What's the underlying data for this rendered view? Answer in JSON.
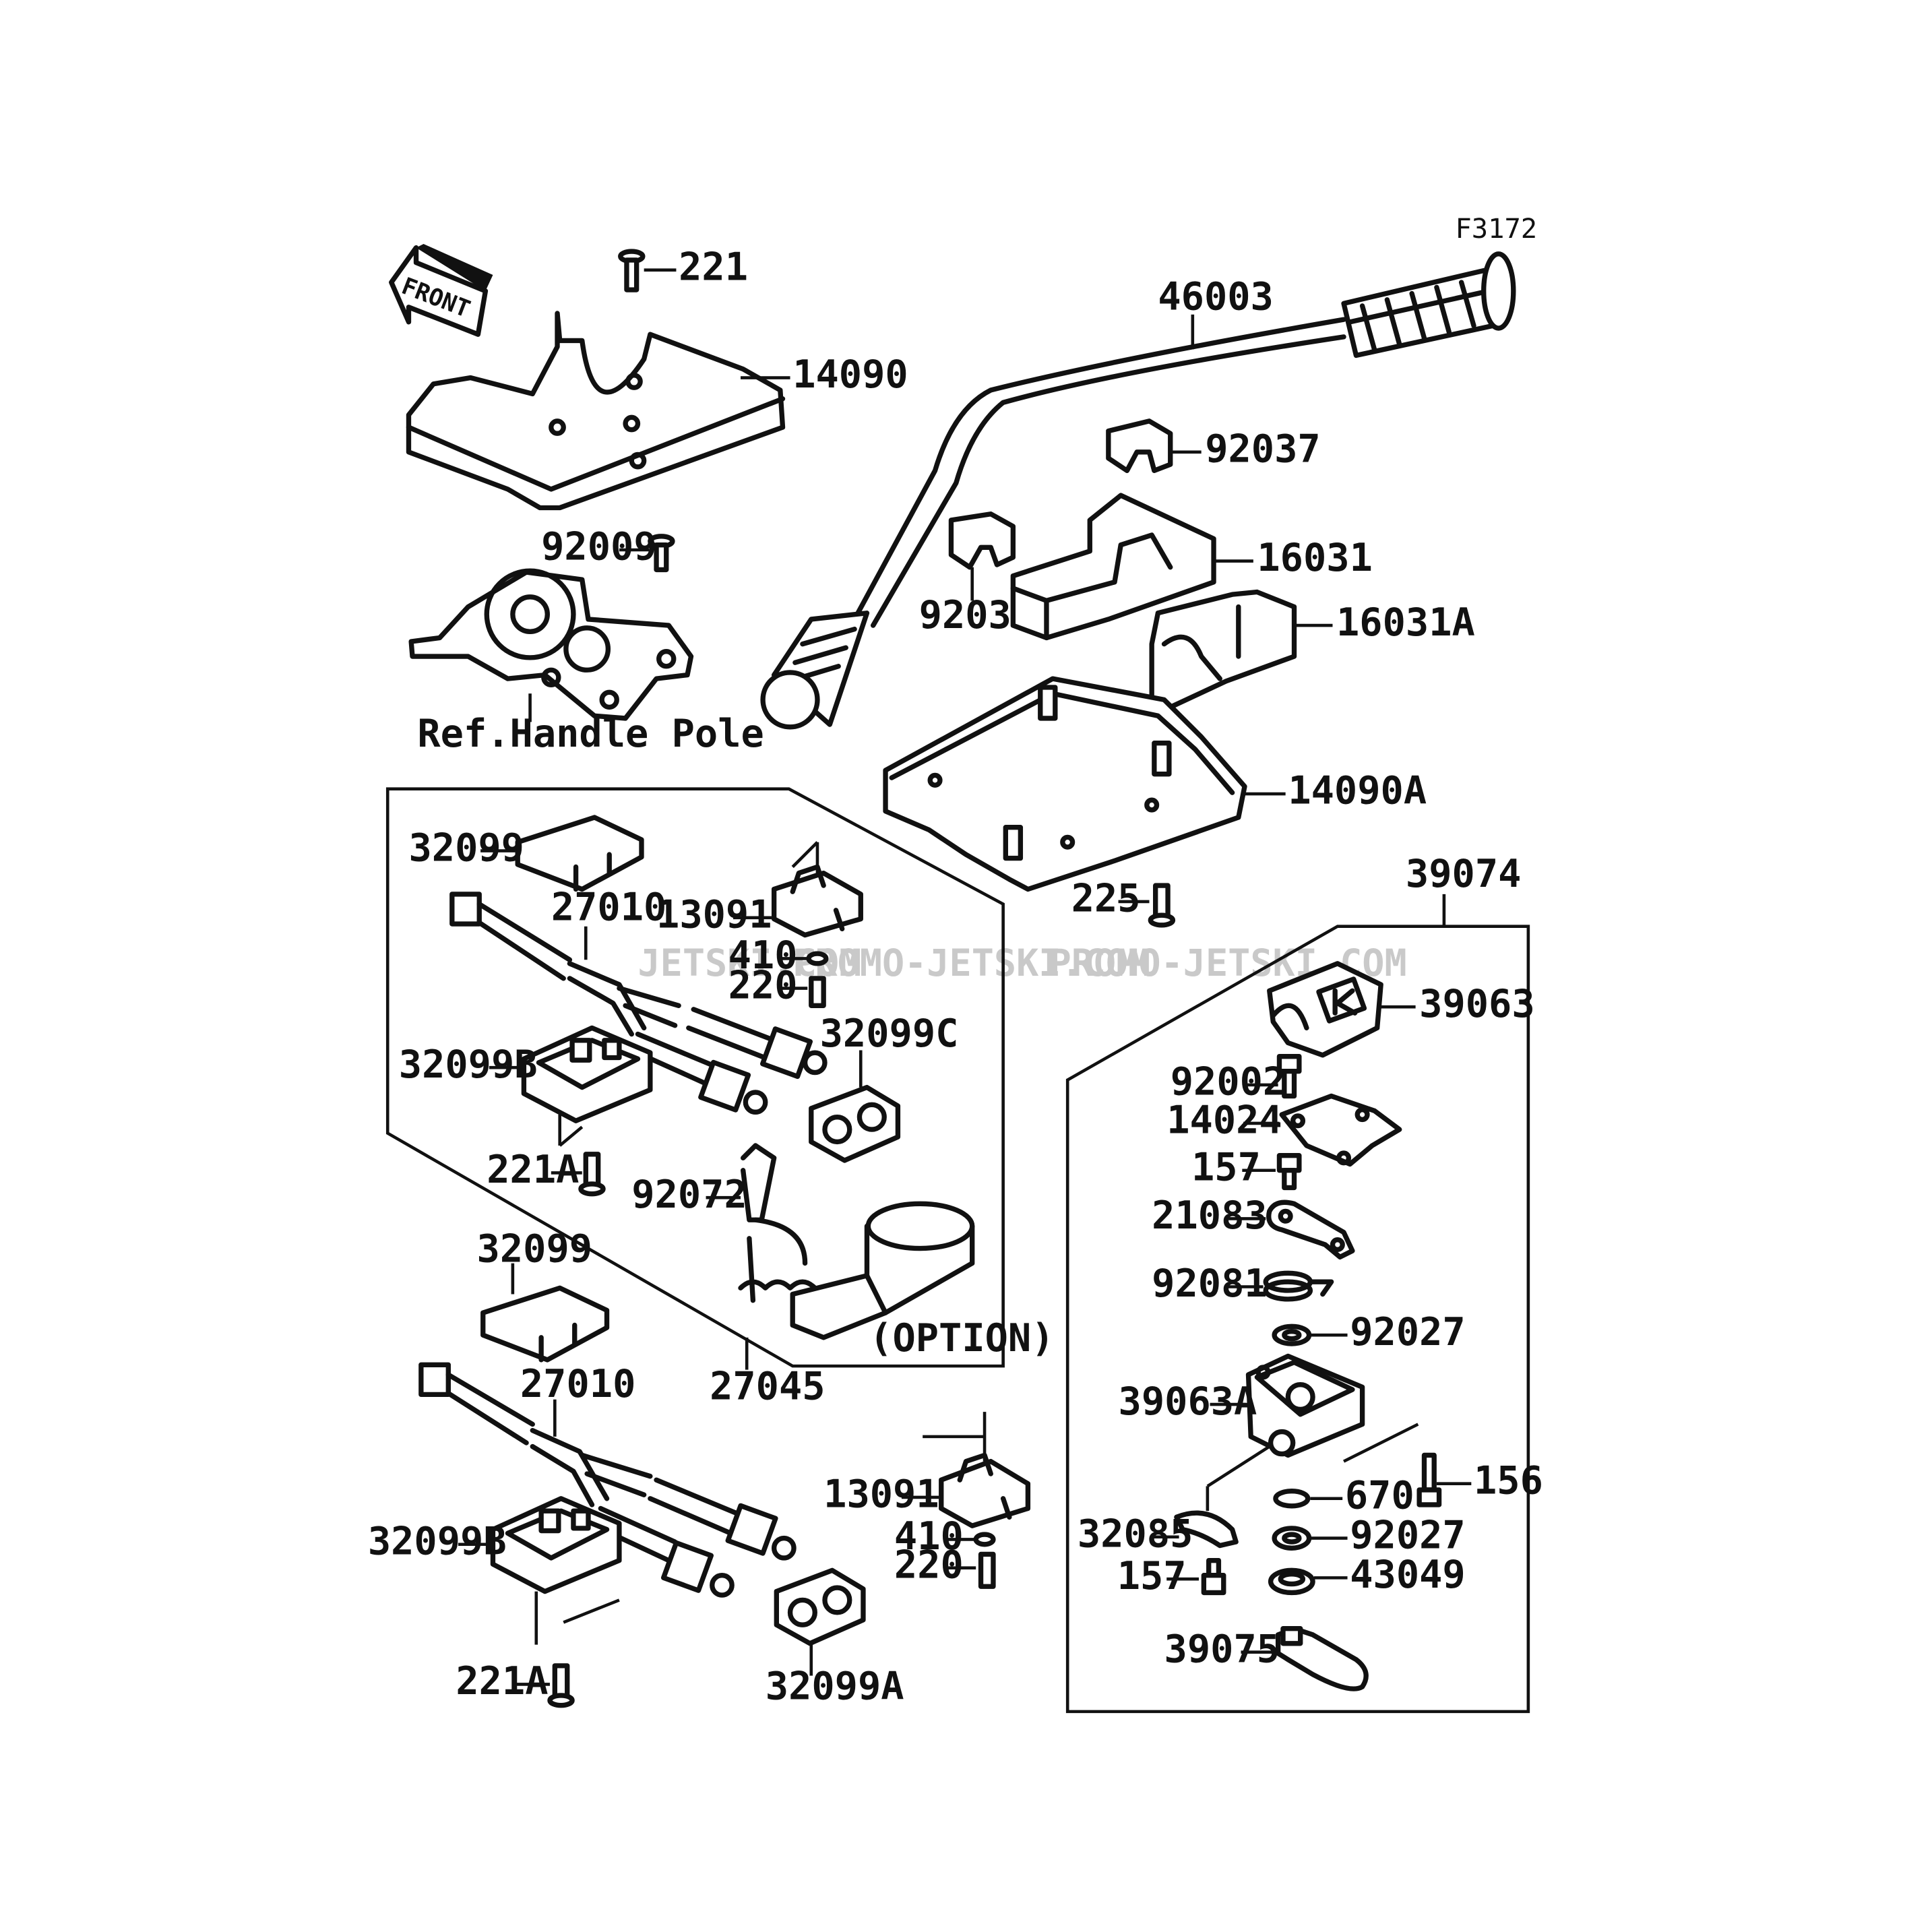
{
  "figure_id": "F3172",
  "front_label": "FRONT",
  "ref_label": "Ref.Handle Pole",
  "option_label": "(OPTION)",
  "watermarks": [
    "JETSKI.COM",
    "PROMO-JETSKI.COM",
    "PROMO-JETSKI.COM"
  ],
  "labels": {
    "p221": "221",
    "p14090": "14090",
    "p92009": "92009",
    "p46003": "46003",
    "p92037a": "92037",
    "p92037b": "92037",
    "p16031": "16031",
    "p16031A": "16031A",
    "p14090A": "14090A",
    "p225": "225",
    "p39074": "39074",
    "p32099a": "32099",
    "p27010a": "27010",
    "p13091a": "13091",
    "p410a": "410",
    "p220a": "220",
    "p32099C": "32099C",
    "p32099Ba": "32099B",
    "p221Aa": "221A",
    "p92072": "92072",
    "p27045": "27045",
    "p32099b": "32099",
    "p27010b": "27010",
    "p13091b": "13091",
    "p410b": "410",
    "p220b": "220",
    "p32099Bb": "32099B",
    "p221Ab": "221A",
    "p32099A": "32099A",
    "p39063": "39063",
    "p92002": "92002",
    "p14024": "14024",
    "p157a": "157",
    "p21083": "21083",
    "p92081": "92081",
    "p92027a": "92027",
    "p39063A": "39063A",
    "p156": "156",
    "p670": "670",
    "p32085": "32085",
    "p92027b": "92027",
    "p157b": "157",
    "p43049": "43049",
    "p39075": "39075"
  }
}
